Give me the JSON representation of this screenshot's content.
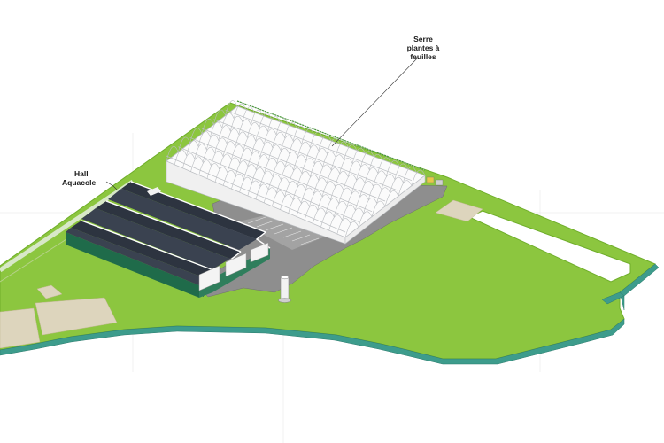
{
  "labels": {
    "serre_line1": "Serre",
    "serre_line2": "plantes à",
    "serre_line3": "feuilles",
    "hall_line1": "Hall",
    "hall_line2": "Aquacole"
  },
  "colors": {
    "lawn": "#8cc63f",
    "lawn_edge": "#6fae2a",
    "retaining_wall": "#3d9c8c",
    "paved": "#8e8e8e",
    "paved_light": "#b5b5b5",
    "roof_dark": "#2d3440",
    "building_wall": "#1f6b4a",
    "greenhouse_stroke": "#b9bcc0",
    "sand": "#ddd5bd",
    "white_zone": "#ffffff"
  },
  "icons": [
    "greenhouse",
    "aquaculture-hall",
    "silo",
    "parking-lot",
    "lawn",
    "retaining-wall"
  ]
}
